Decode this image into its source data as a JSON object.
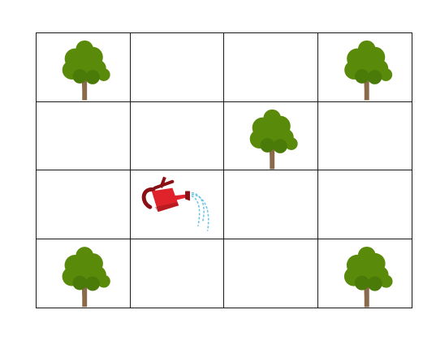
{
  "board": {
    "rows": 4,
    "cols": 4,
    "cells": [
      [
        "tree",
        "empty",
        "empty",
        "tree"
      ],
      [
        "empty",
        "empty",
        "tree",
        "empty"
      ],
      [
        "empty",
        "watering-can",
        "empty",
        "empty"
      ],
      [
        "tree",
        "empty",
        "empty",
        "tree"
      ]
    ]
  },
  "icons": {
    "tree": "tree-icon",
    "watering-can": "watering-can-icon"
  },
  "colors": {
    "grid_line": "#1a1a1a",
    "foliage": "#5a8a0a",
    "foliage_dark": "#4a7a08",
    "trunk": "#8a6a4a",
    "can_body": "#e0232b",
    "can_dark": "#8b1016",
    "water": "#6cc6e0"
  }
}
